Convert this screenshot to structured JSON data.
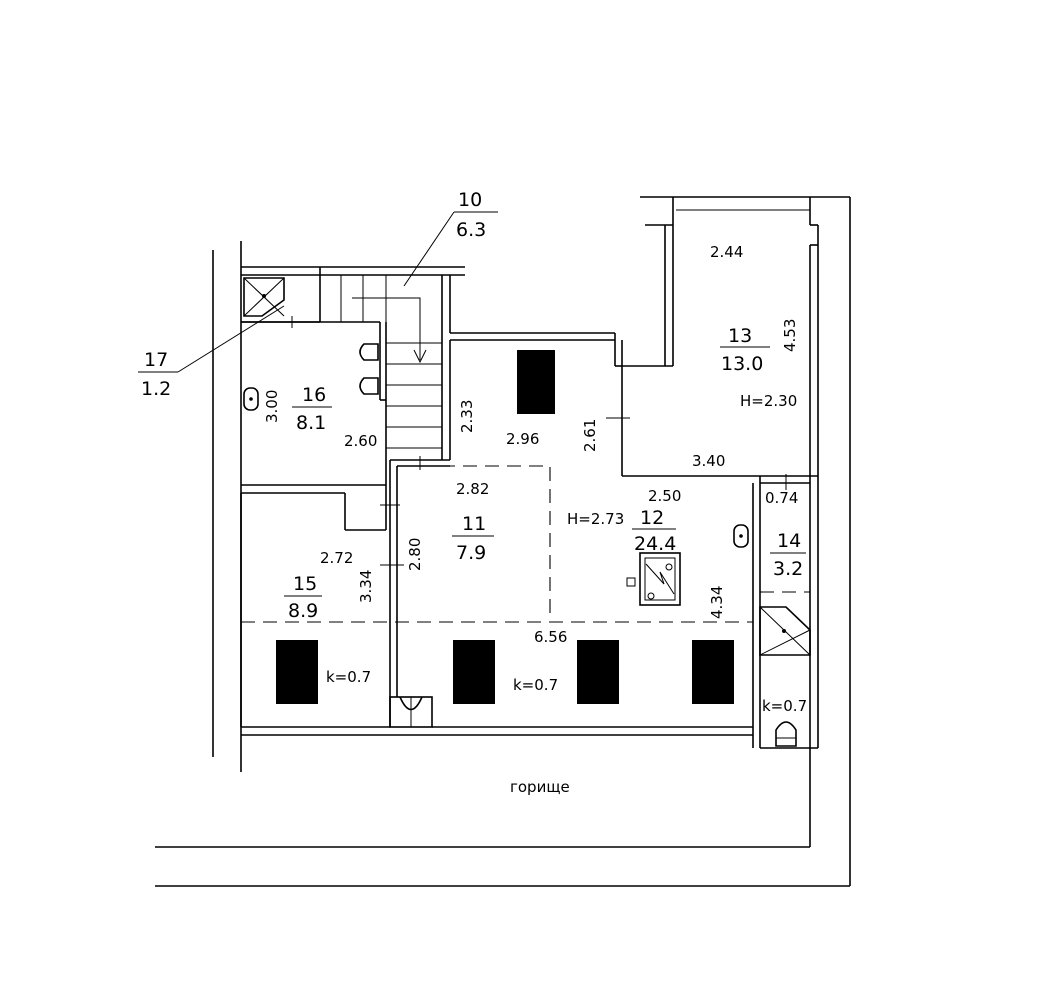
{
  "rooms": [
    {
      "id": "r10",
      "number": "10",
      "area": "6.3"
    },
    {
      "id": "r11",
      "number": "11",
      "area": "7.9"
    },
    {
      "id": "r12",
      "number": "12",
      "area": "24.4"
    },
    {
      "id": "r13",
      "number": "13",
      "area": "13.0"
    },
    {
      "id": "r14",
      "number": "14",
      "area": "3.2"
    },
    {
      "id": "r15",
      "number": "15",
      "area": "8.9"
    },
    {
      "id": "r16",
      "number": "16",
      "area": "8.1"
    },
    {
      "id": "r17",
      "number": "17",
      "area": "1.2"
    }
  ],
  "dimensions": [
    "2.44",
    "4.53",
    "3.40",
    "2.33",
    "2.96",
    "2.61",
    "2.60",
    "3.00",
    "2.82",
    "2.50",
    "0.74",
    "2.72",
    "2.80",
    "3.34",
    "6.56",
    "4.34"
  ],
  "heights": [
    "H=2.30",
    "H=2.73"
  ],
  "coefficients": [
    "k=0.7",
    "k=0.7",
    "k=0.7"
  ],
  "outside_label": "горище"
}
